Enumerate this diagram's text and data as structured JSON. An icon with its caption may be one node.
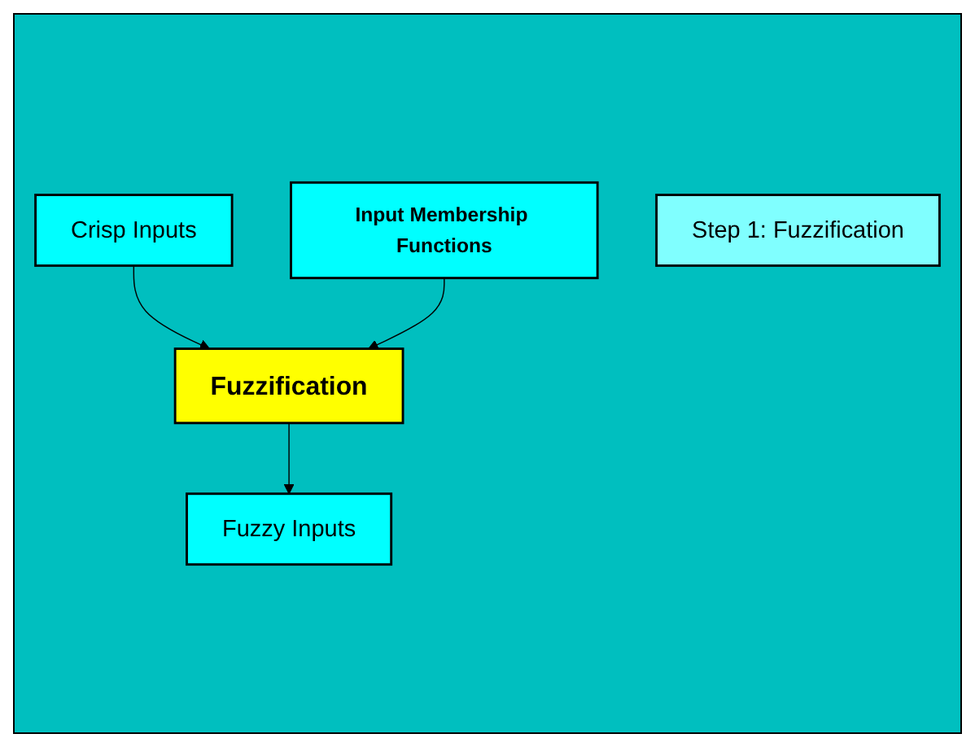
{
  "diagram": {
    "nodes": [
      {
        "text": [
          "Crisp Inputs"
        ]
      },
      {
        "text": [
          "Input Membership Functions"
        ]
      },
      {
        "text": [
          "Fuzzification"
        ]
      },
      {
        "text": [
          "Fuzzy Inputs"
        ]
      },
      {
        "text": [
          "Step 1: Fuzzification"
        ]
      }
    ],
    "edges": [
      {
        "from": 0,
        "to": 2,
        "arrow": "to"
      },
      {
        "from": 1,
        "to": 2,
        "arrow": "to"
      },
      {
        "from": 2,
        "to": 3,
        "arrow": "to"
      }
    ]
  }
}
